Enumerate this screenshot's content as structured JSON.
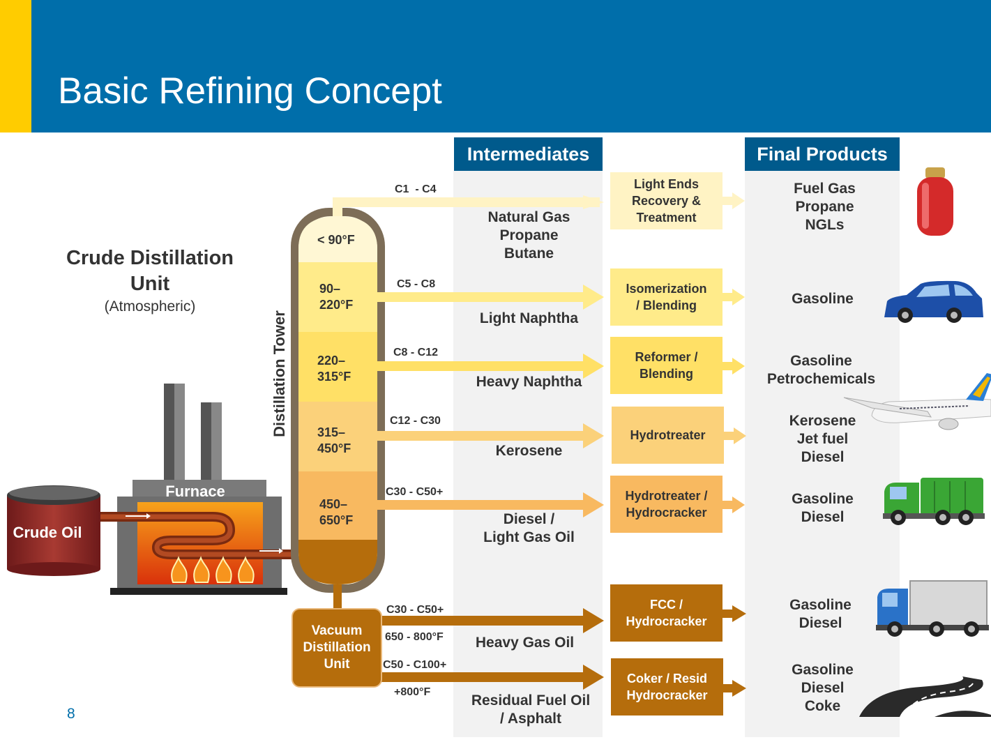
{
  "slide": {
    "title": "Basic Refining Concept",
    "page_number": "8"
  },
  "colors": {
    "header_blue": "#006eaa",
    "accent_yellow": "#ffcc00",
    "column_header": "#005a8c"
  },
  "cdu": {
    "title": "Crude Distillation Unit",
    "subtitle": "(Atmospheric)",
    "tower_label": "Distillation Tower",
    "furnace_label": "Furnace",
    "crude_label": "Crude Oil"
  },
  "columns": {
    "intermediates": "Intermediates",
    "final_products": "Final Products"
  },
  "fractions": [
    {
      "temp": "< 90°F",
      "carbon": "C1  - C4",
      "intermediate": "Natural Gas\nPropane\nButane",
      "process": "Light Ends\nRecovery &\nTreatment",
      "products": "Fuel Gas\nPropane\nNGLs",
      "icon": "propane-tank-icon"
    },
    {
      "temp": "90–\n220°F",
      "carbon": "C5 - C8",
      "intermediate": "Light Naphtha",
      "process": "Isomerization\n/ Blending",
      "products": "Gasoline",
      "icon": "car-icon"
    },
    {
      "temp": "220–\n315°F",
      "carbon": "C8 - C12",
      "intermediate": "Heavy Naphtha",
      "process": "Reformer /\nBlending",
      "products": "Gasoline\nPetrochemicals",
      "icon": "airplane-icon"
    },
    {
      "temp": "315–\n450°F",
      "carbon": "C12 - C30",
      "intermediate": "Kerosene",
      "process": "Hydrotreater",
      "products": "Kerosene\nJet fuel\nDiesel",
      "icon": "airplane-icon"
    },
    {
      "temp": "450–\n650°F",
      "carbon": "C30 - C50+",
      "intermediate": "Diesel /\nLight Gas Oil",
      "process": "Hydrotreater /\nHydrocracker",
      "products": "Gasoline\nDiesel",
      "icon": "garbage-truck-icon"
    }
  ],
  "vacuum": {
    "label": "Vacuum\nDistillation\nUnit",
    "streams": [
      {
        "carbon": "C30 - C50+",
        "temp": "650 - 800°F",
        "intermediate": "Heavy Gas Oil",
        "process": "FCC /\nHydrocracker",
        "products": "Gasoline\nDiesel",
        "icon": "box-truck-icon"
      },
      {
        "carbon": "C50 - C100+",
        "temp": "+800°F",
        "intermediate": "Residual Fuel Oil\n/ Asphalt",
        "process": "Coker / Resid\nHydrocracker",
        "products": "Gasoline\nDiesel\nCoke",
        "icon": "road-icon"
      }
    ]
  }
}
